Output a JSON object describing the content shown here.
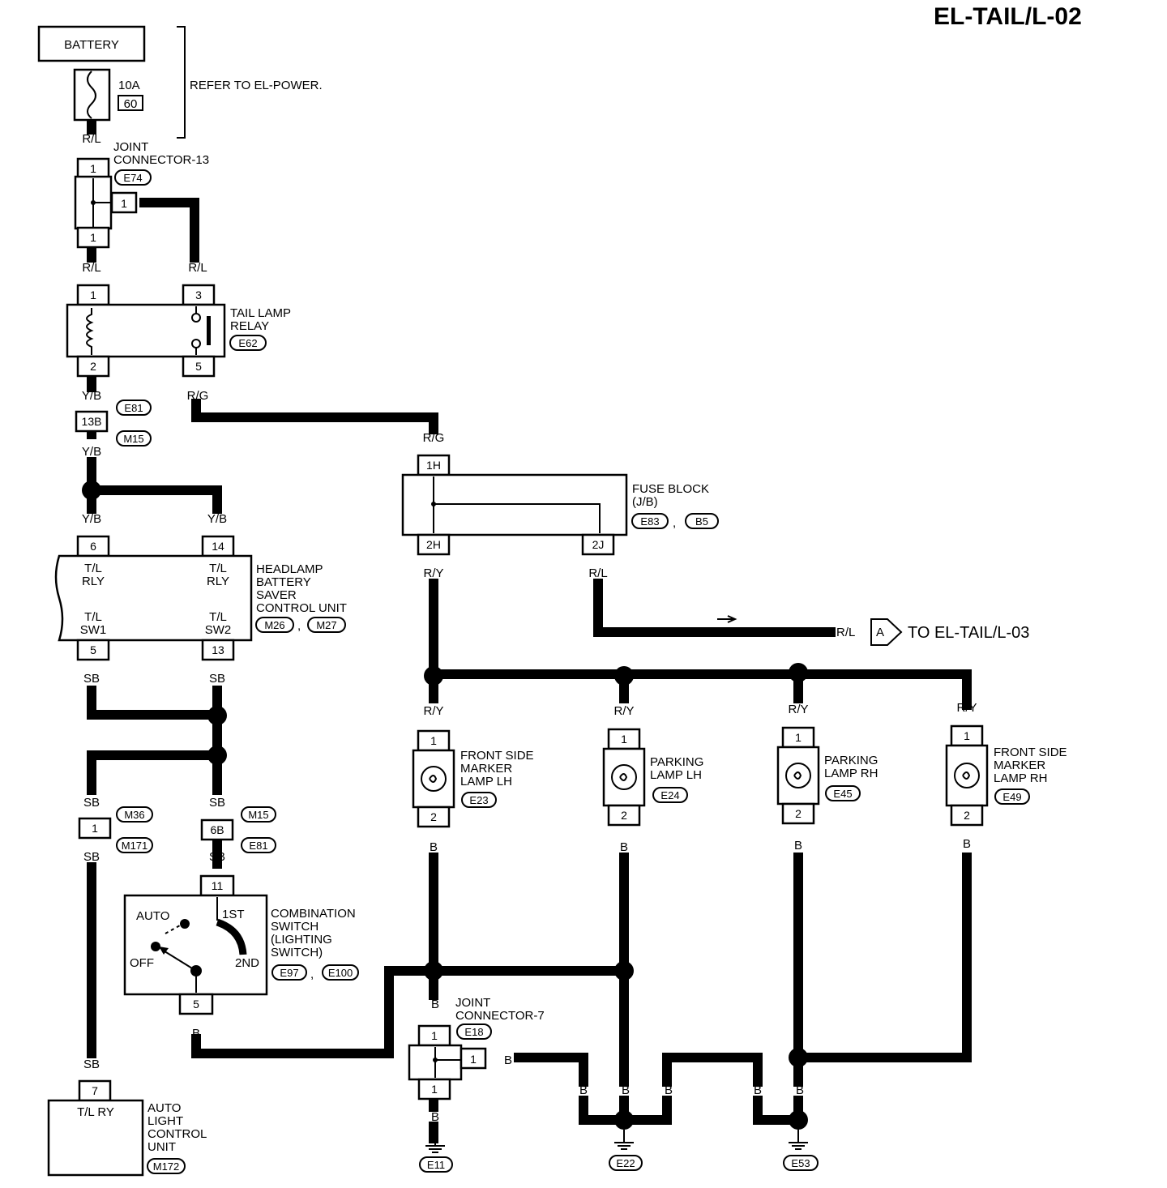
{
  "page_title": "EL-TAIL/L-02",
  "battery": {
    "label": "BATTERY",
    "fuse_rating": "10A",
    "fuse_no": "60",
    "refer": "REFER TO EL-POWER."
  },
  "joint13": {
    "name": [
      "JOINT",
      "CONNECTOR-13"
    ],
    "conn": "E74",
    "pin": "1"
  },
  "relay": {
    "name": [
      "TAIL LAMP",
      "RELAY"
    ],
    "conn": "E62",
    "pins": [
      "1",
      "3",
      "2",
      "5"
    ]
  },
  "colors": {
    "rl": "R/L",
    "rg": "R/G",
    "yb": "Y/B",
    "ry": "R/Y",
    "sb": "SB",
    "b": "B"
  },
  "inline1": {
    "pin": "13B",
    "conns": [
      "E81",
      "M15"
    ]
  },
  "saver": {
    "name": [
      "HEADLAMP",
      "BATTERY",
      "SAVER",
      "CONTROL UNIT"
    ],
    "conns": [
      "M26",
      "M27"
    ],
    "pins": [
      "6",
      "14",
      "5",
      "13"
    ],
    "labels": [
      "T/L",
      "RLY",
      "T/L",
      "RLY",
      "T/L",
      "SW1",
      "T/L",
      "SW2"
    ]
  },
  "fuse_block": {
    "name": [
      "FUSE BLOCK",
      "(J/B)"
    ],
    "conns": [
      "E83",
      "B5"
    ],
    "pins": [
      "1H",
      "2H",
      "2J"
    ]
  },
  "to_next": {
    "marker": "A",
    "text": "TO EL-TAIL/L-03"
  },
  "lamps": [
    {
      "name": [
        "FRONT SIDE",
        "MARKER",
        "LAMP LH"
      ],
      "conn": "E23"
    },
    {
      "name": [
        "PARKING",
        "LAMP LH"
      ],
      "conn": "E24"
    },
    {
      "name": [
        "PARKING",
        "LAMP RH"
      ],
      "conn": "E45"
    },
    {
      "name": [
        "FRONT SIDE",
        "MARKER",
        "LAMP RH"
      ],
      "conn": "E49"
    }
  ],
  "lamp_pins": [
    "1",
    "2"
  ],
  "inline_m36": {
    "pin": "1",
    "conns": [
      "M36",
      "M171"
    ]
  },
  "inline_6b": {
    "pin": "6B",
    "conns": [
      "M15",
      "E81"
    ]
  },
  "combo": {
    "name": [
      "COMBINATION",
      "SWITCH",
      "(LIGHTING",
      "SWITCH)"
    ],
    "conns": [
      "E97",
      "E100"
    ],
    "pins": [
      "11",
      "5"
    ],
    "positions": [
      "AUTO",
      "1ST",
      "OFF",
      "2ND"
    ]
  },
  "auto_unit": {
    "name": [
      "AUTO",
      "LIGHT",
      "CONTROL",
      "UNIT"
    ],
    "conn": "M172",
    "pin": "7",
    "inner": "T/L RY"
  },
  "joint7": {
    "name": [
      "JOINT",
      "CONNECTOR-7"
    ],
    "conn": "E18",
    "pin": "1"
  },
  "grounds": [
    "E11",
    "E22",
    "E53"
  ]
}
